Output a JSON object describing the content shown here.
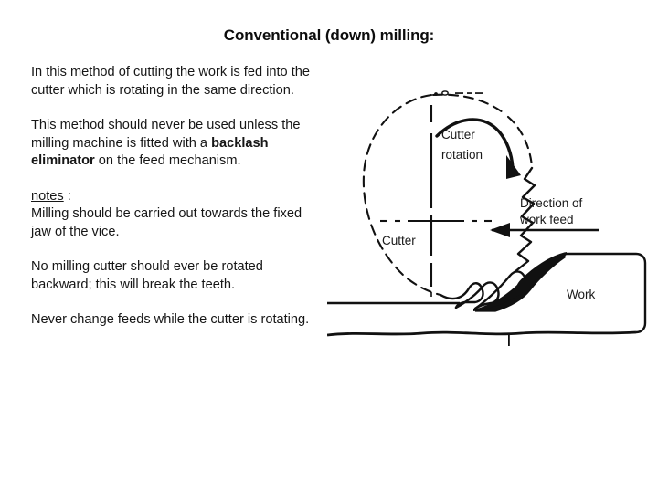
{
  "slide": {
    "title": "Conventional (down) milling:",
    "background_color": "#ffffff",
    "text_color": "#161616"
  },
  "body": {
    "paragraph1": "In this method of cutting the work is fed into the cutter which is rotating in the same direction.",
    "paragraph2_lead": "This method should never be used unless the milling machine is fitted with a ",
    "paragraph2_bold": "backlash eliminator",
    "paragraph2_tail": " on the feed mechanism.",
    "notes_heading": "notes",
    "notes_colon": " :",
    "note1": "Milling should be carried out towards the fixed jaw of the vice.",
    "note2": "No milling cutter should ever be rotated backward; this will break the teeth.",
    "note3": "Never change feeds while the cutter is rotating."
  },
  "figure": {
    "caption_cutter_rotation_line1": "Cutter",
    "caption_cutter_rotation_line2": "rotation",
    "label_cutter": "Cutter",
    "caption_feed_line1": "Direction of",
    "caption_feed_line2": "work feed",
    "label_work": "Work",
    "line_color": "#111111",
    "chip_fill": "#111111"
  }
}
